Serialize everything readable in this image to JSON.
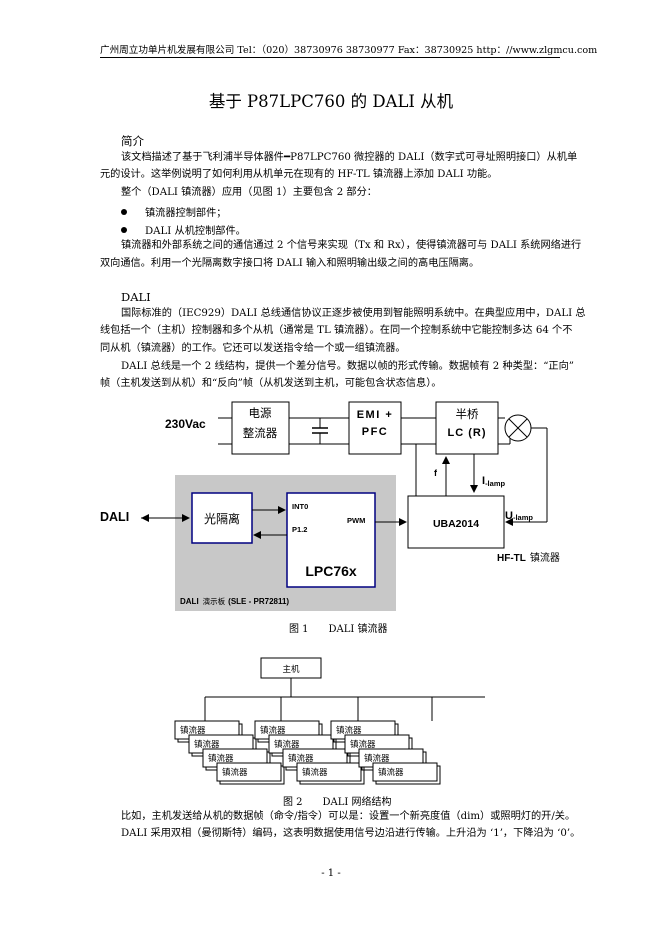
{
  "header": {
    "text": "广州周立功单片机发展有限公司 Tel：（020）38730976 38730977 Fax：38730925 http：//www.zlgmcu.com"
  },
  "title": "基于 P87LPC760 的 DALI 从机",
  "intro": {
    "heading": "简介",
    "p1_l1": "该文档描述了基于飞利浦半导体器件━P87LPC760 微控器的 DALI（数字式可寻址照明接口）从机单",
    "p1_l2": "元的设计。这举例说明了如何利用从机单元在现有的 HF-TL 镇流器上添加 DALI 功能。",
    "p2": "整个（DALI 镇流器）应用（见图 1）主要包含 2 部分：",
    "bullets": [
      "镇流器控制部件；",
      "DALI 从机控制部件。"
    ],
    "p3_l1": "镇流器和外部系统之间的通信通过 2 个信号来实现（Tx 和 Rx），使得镇流器可与 DALI 系统网络进行",
    "p3_l2": "双向通信。利用一个光隔离数字接口将 DALI 输入和照明输出级之间的高电压隔离。"
  },
  "dali": {
    "heading": "DALI",
    "p1_l1": "国际标准的（IEC929）DALI 总线通信协议正逐步被使用到智能照明系统中。在典型应用中，DALI 总",
    "p1_l2": "线包括一个（主机）控制器和多个从机（通常是 TL 镇流器）。在同一个控制系统中它能控制多达 64 个不",
    "p1_l3": "同从机（镇流器）的工作。它还可以发送指令给一个或一组镇流器。",
    "p2_l1": "DALI 总线是一个 2 线结构，提供一个差分信号。数据以帧的形式传输。数据帧有 2 种类型：“正向”",
    "p2_l2": "帧（主机发送到从机）和“反向”帧（从机发送到主机，可能包含状态信息）。"
  },
  "figure1": {
    "caption": "图 1　　DALI 镇流器",
    "labels": {
      "vac": "230Vac",
      "psu_l1": "电源",
      "psu_l2": "整流器",
      "emi_l1": "EMI +",
      "emi_l2": "PFC",
      "hb_l1": "半桥",
      "hb_l2": "LC (R)",
      "f": "f",
      "ilamp_main": "I",
      "ilamp_sub": "-lamp",
      "ulamp_main": "U",
      "ulamp_sub": "-lamp",
      "dali": "DALI",
      "opto": "光隔离",
      "int0": "INT0",
      "p12": "P1.2",
      "pwm": "PWM",
      "mcu": "LPC76x",
      "uba": "UBA2014",
      "hftl": "HF-TL",
      "ballast": "镇流器",
      "board_a": "DALI",
      "board_b": "演示板",
      "board_c": "(SLE - PR72811)"
    },
    "colors": {
      "board_bg": "#c8c8c8",
      "box_border": "#000080"
    }
  },
  "figure2": {
    "caption": "图 2　　DALI 网络结构",
    "master": "主机",
    "ballast": "镇流器"
  },
  "outro": {
    "l1": "比如，主机发送给从机的数据帧（命令/指令）可以是：设置一个新亮度值（dim）或照明灯的开/关。",
    "l2": "DALI 采用双相（曼彻斯特）编码，这表明数据使用信号边沿进行传输。上升沿为 ‘1’，下降沿为 ‘0’。"
  },
  "page_number": "- 1 -"
}
